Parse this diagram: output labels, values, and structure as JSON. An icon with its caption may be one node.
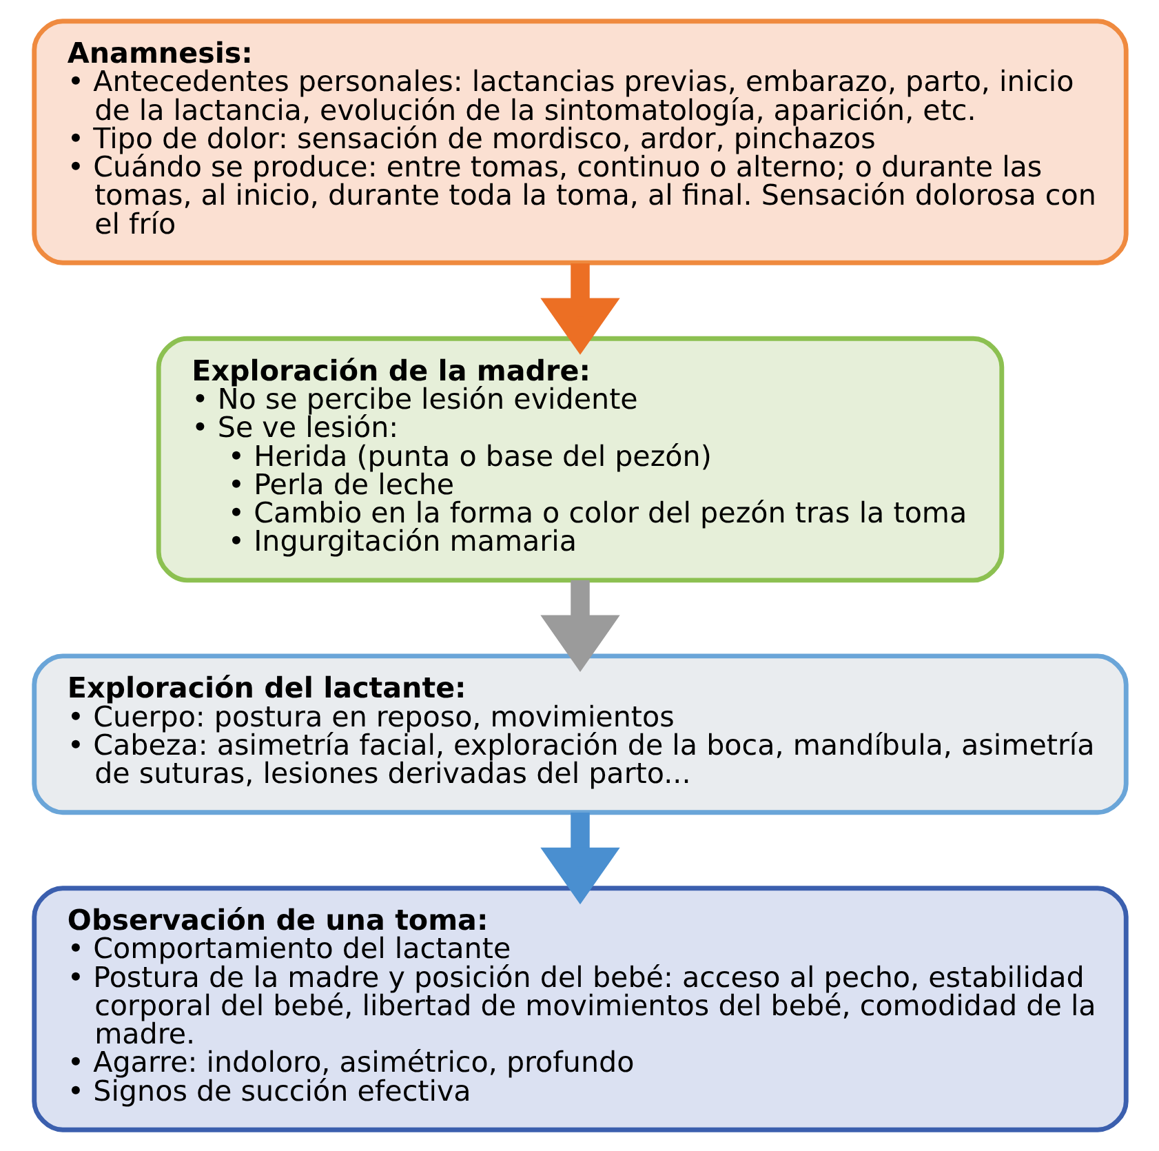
{
  "diagram": {
    "nodes": [
      {
        "text": [
          "Anamnesis:",
          "• Antecedentes personales: lactancias previas, embarazo, parto, inicio de la lactancia, evolución de la sintomatología, aparición, etc.",
          "• Tipo de dolor: sensación de mordisco, ardor, pinchazos",
          "• Cuándo se produce: entre tomas, continuo o alterno; o durante las tomas, al inicio, durante toda la toma, al final. Sensación dolorosa con el frío"
        ]
      },
      {
        "text": [
          "Exploración de la madre:",
          "• No se percibe lesión evidente",
          "• Se ve lesión:",
          "• Herida (punta o base del pezón)",
          "• Perla de leche",
          "• Cambio en la forma o color del pezón tras la toma",
          "• Ingurgitación mamaria"
        ]
      },
      {
        "text": [
          "Exploración del lactante:",
          "• Cuerpo: postura en reposo, movimientos",
          "• Cabeza: asimetría facial, exploración de la boca, mandíbula, asimetría de suturas, lesiones derivadas del parto..."
        ]
      },
      {
        "text": [
          "Observación de una toma:",
          "• Comportamiento del lactante",
          "• Postura de la madre y posición del bebé: acceso al pecho, estabilidad corporal del bebé, libertad de movimientos del bebé, comodidad de la madre.",
          "• Agarre: indoloro, asimétrico, profundo",
          "• Signos de succión efectiva"
        ]
      }
    ],
    "edges": [
      {
        "from": 0,
        "to": 1,
        "arrow": "to",
        "color": "#ec6f24"
      },
      {
        "from": 1,
        "to": 2,
        "arrow": "to",
        "color": "#9b9b9b"
      },
      {
        "from": 2,
        "to": 3,
        "arrow": "to",
        "color": "#4a8fd0"
      }
    ]
  }
}
